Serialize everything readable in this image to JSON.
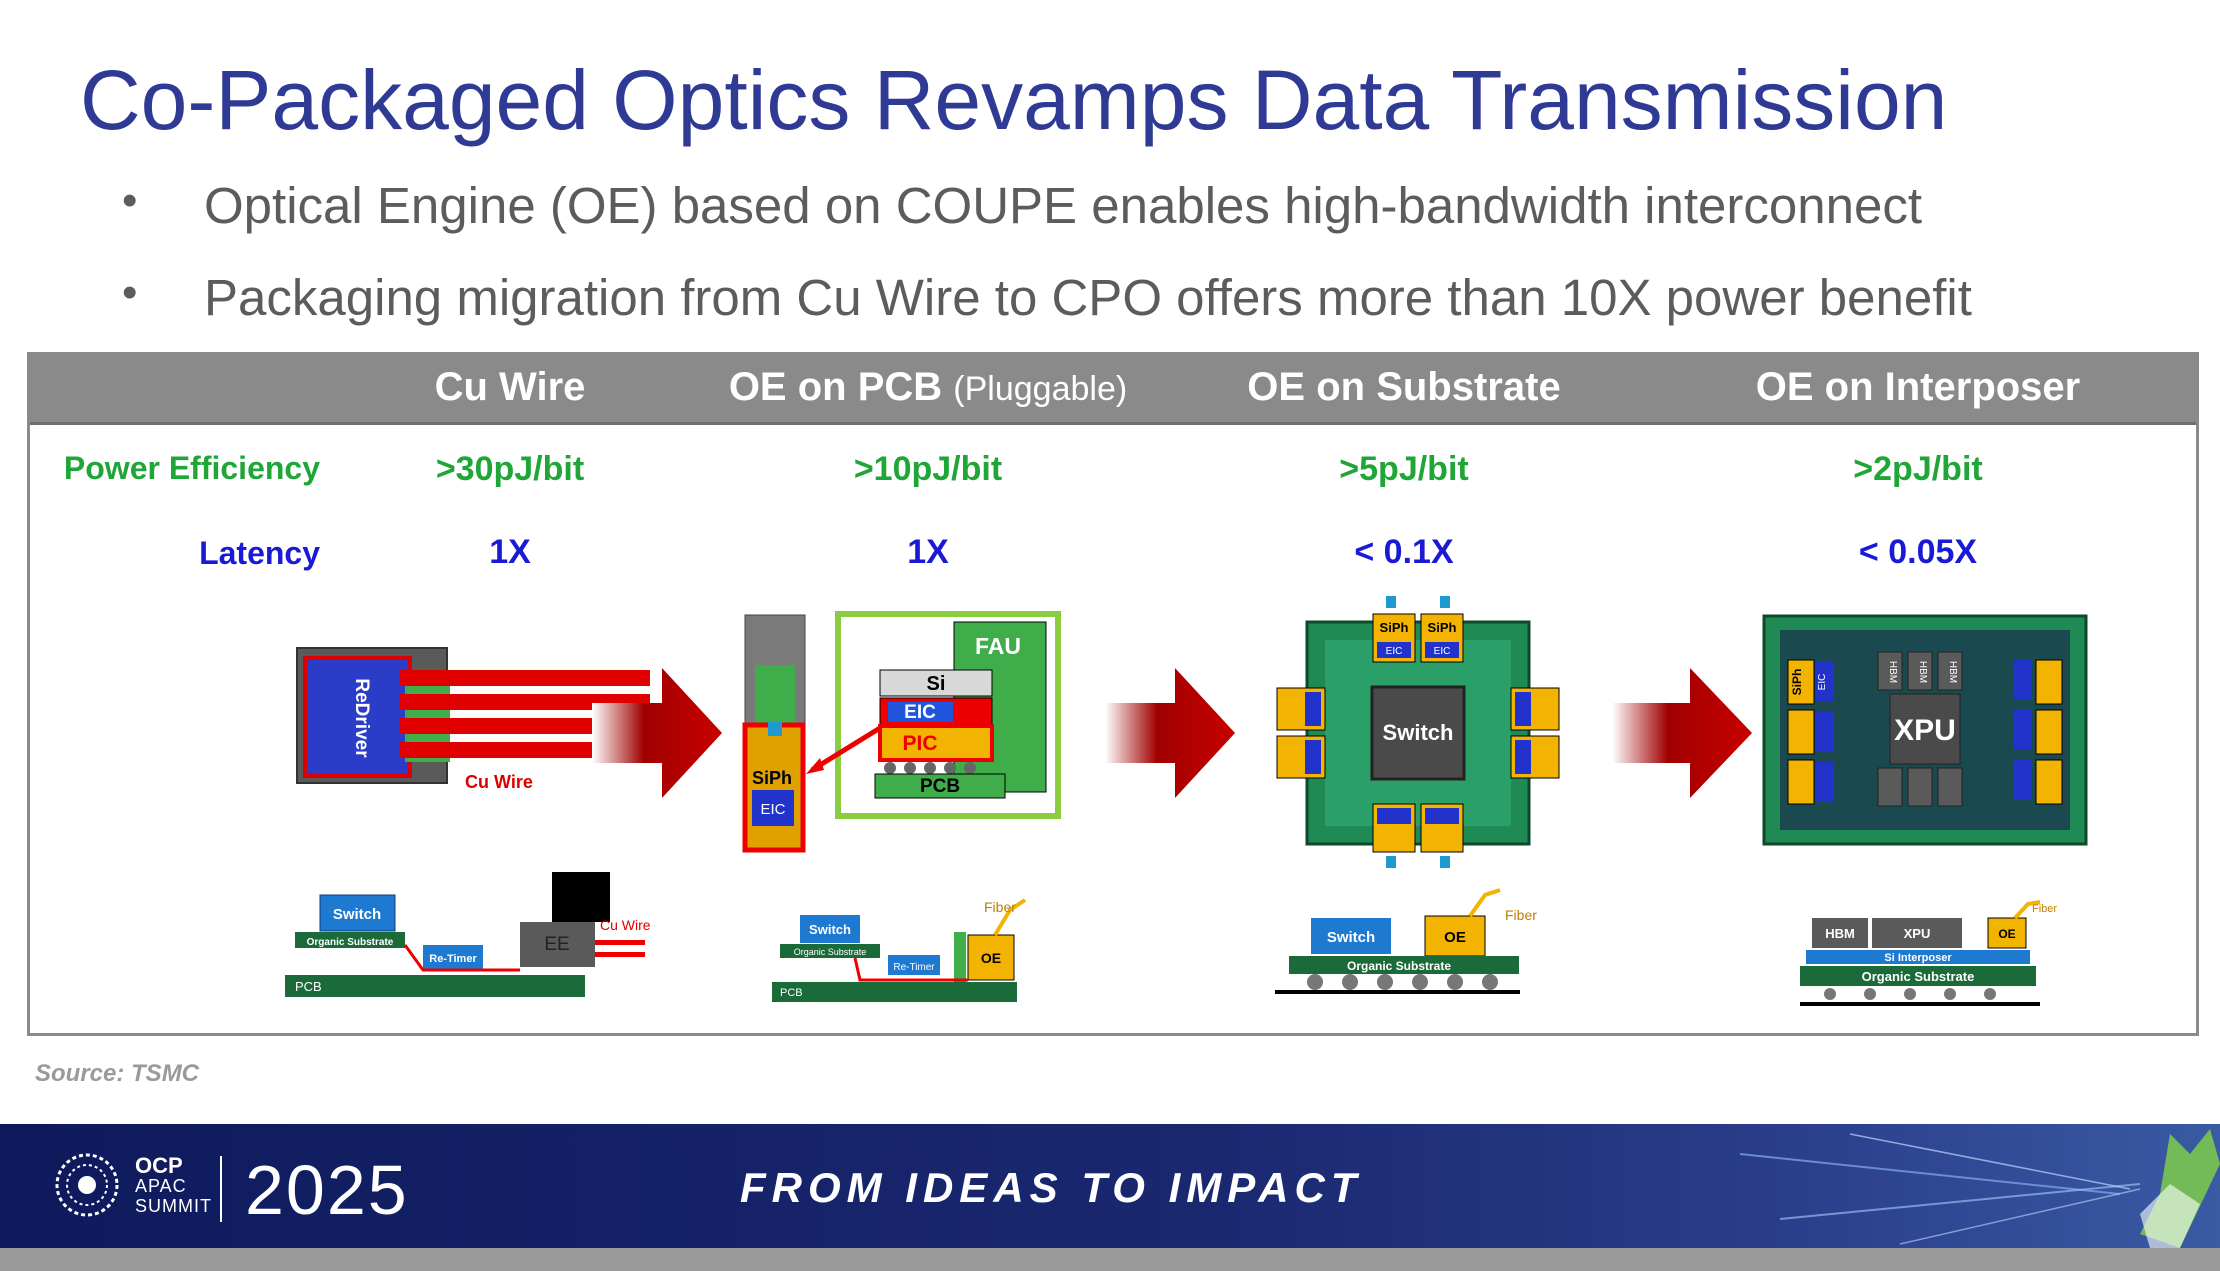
{
  "slide": {
    "title": "Co-Packaged Optics Revamps Data Transmission",
    "bullets": [
      "Optical Engine (OE) based on COUPE enables high-bandwidth interconnect",
      "Packaging migration from Cu Wire to CPO offers more than 10X power benefit"
    ],
    "bullet_symbol": "•"
  },
  "table": {
    "columns": [
      {
        "label": "Cu Wire",
        "sub": ""
      },
      {
        "label": "OE on PCB",
        "sub": "(Pluggable)"
      },
      {
        "label": "OE on Substrate",
        "sub": ""
      },
      {
        "label": "OE on Interposer",
        "sub": ""
      }
    ],
    "rows": [
      {
        "label": "Power Efficiency",
        "values": [
          ">30pJ/bit",
          ">10pJ/bit",
          ">5pJ/bit",
          ">2pJ/bit"
        ]
      },
      {
        "label": "Latency",
        "values": [
          "1X",
          "1X",
          "< 0.1X",
          "< 0.05X"
        ]
      }
    ]
  },
  "diagrams": {
    "cu_wire": {
      "redriver": "ReDriver",
      "cu_wire": "Cu Wire",
      "switch": "Switch",
      "organic": "Organic Substrate",
      "retimer": "Re-Timer",
      "ee": "EE",
      "cu_wire2": "Cu Wire",
      "pcb": "PCB"
    },
    "oe_pcb": {
      "fau": "FAU",
      "si": "Si",
      "eic": "EIC",
      "pic": "PIC",
      "pcb": "PCB",
      "siph": "SiPh",
      "eic2": "EIC",
      "switch": "Switch",
      "organic": "Organic Substrate",
      "retimer": "Re-Timer",
      "oe": "OE",
      "fiber": "Fiber",
      "pcb2": "PCB"
    },
    "oe_substrate": {
      "switch": "Switch",
      "siph": "SiPh",
      "eic": "EIC",
      "switch2": "Switch",
      "oe": "OE",
      "fiber": "Fiber",
      "organic": "Organic Substrate"
    },
    "oe_interposer": {
      "xpu": "XPU",
      "hbm": "HBM",
      "siph": "SiPh",
      "eic": "EIC",
      "hbm2": "HBM",
      "xpu2": "XPU",
      "oe": "OE",
      "fiber": "Fiber",
      "si_interposer": "Si Interposer",
      "organic": "Organic Substrate"
    }
  },
  "source": "Source: TSMC",
  "footer": {
    "brand": "OCP",
    "brand_sub1": "APAC",
    "brand_sub2": "SUMMIT",
    "year": "2025",
    "slogan": "FROM IDEAS TO IMPACT"
  },
  "colors": {
    "title": "#2e3a94",
    "header_gray": "#8a8a8a",
    "power_green": "#1fa637",
    "latency_blue": "#1a1ad6",
    "arrow_red": "#c00000",
    "siph_yellow": "#f2b400",
    "eic_blue": "#2233cc",
    "footer_navy": "#0e1a5c"
  }
}
